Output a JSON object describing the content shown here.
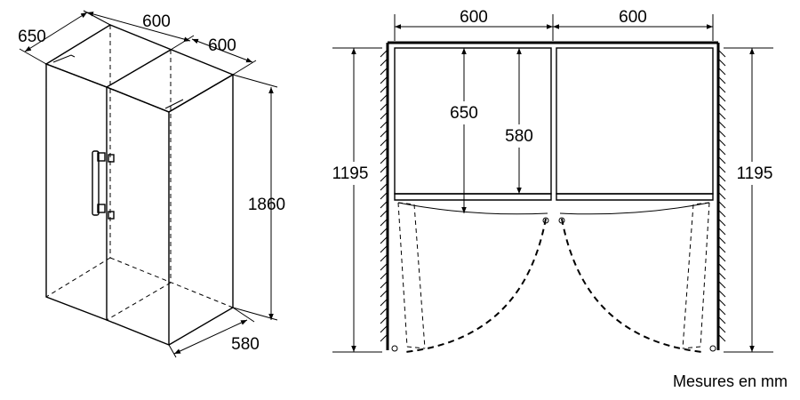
{
  "diagram": {
    "iso_view": {
      "depth_label": "650",
      "width_top_label": "600",
      "width_right_label": "600",
      "height_label": "1860",
      "bottom_depth_label": "580"
    },
    "plan_view": {
      "left_width_label": "600",
      "right_width_label": "600",
      "depth_label": "650",
      "inner_depth_label": "580",
      "left_clearance_label": "1195",
      "right_clearance_label": "1195"
    },
    "units_note": "Mesures en mm"
  }
}
